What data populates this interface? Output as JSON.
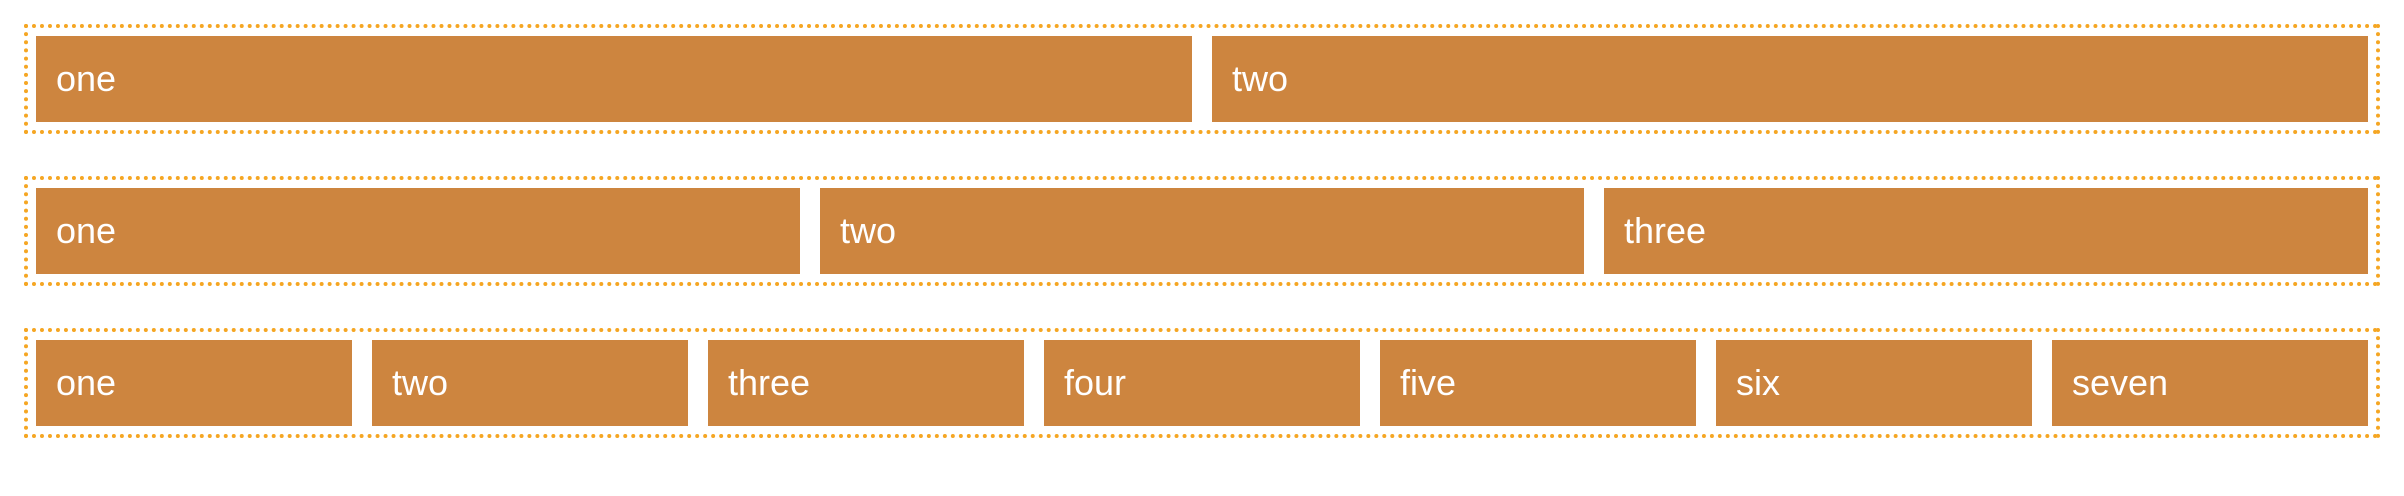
{
  "rows": [
    {
      "items": [
        "one",
        "two"
      ]
    },
    {
      "items": [
        "one",
        "two",
        "three"
      ]
    },
    {
      "items": [
        "one",
        "two",
        "three",
        "four",
        "five",
        "six",
        "seven"
      ]
    }
  ],
  "colors": {
    "item_background": "#cd853f",
    "item_text": "#ffffff",
    "container_border": "#f5a623"
  }
}
